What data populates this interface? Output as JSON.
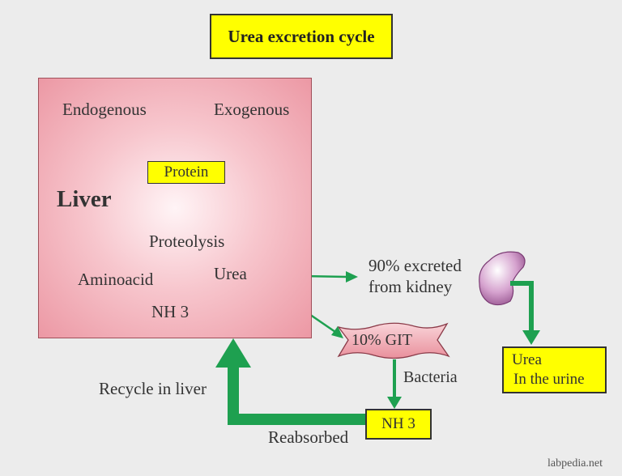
{
  "title": "Urea excretion cycle",
  "liver_label": "Liver",
  "nodes": {
    "endogenous": "Endogenous",
    "exogenous": "Exogenous",
    "protein": "Protein",
    "proteolysis": "Proteolysis",
    "aminoacid": "Aminoacid",
    "urea": "Urea",
    "nh3_liver": "NH 3",
    "kidney_line1": "90% excreted",
    "kidney_line2": "from kidney",
    "git": "10% GIT",
    "bacteria": "Bacteria",
    "nh3_git": "NH 3",
    "urine_line1": "Urea",
    "urine_line2": "In the urine",
    "recycle": "Recycle in liver",
    "reabsorbed": "Reabsorbed"
  },
  "watermark": "labpedia.net",
  "colors": {
    "arrow": "#1ea050",
    "box_yellow": "#ffff00",
    "liver_fill": "#f4b6c0",
    "kidney": "#b06aa8"
  }
}
